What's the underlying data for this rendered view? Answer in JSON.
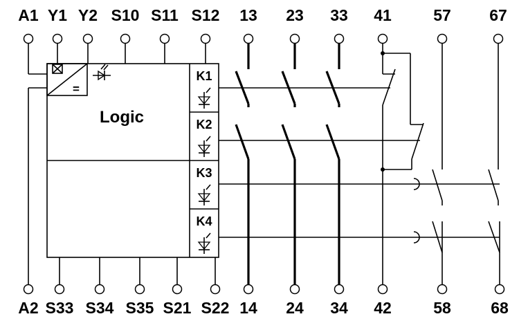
{
  "top_terminals": [
    "A1",
    "Y1",
    "Y2",
    "S10",
    "S11",
    "S12",
    "13",
    "23",
    "33",
    "41",
    "57",
    "67"
  ],
  "bottom_terminals": [
    "A2",
    "S33",
    "S34",
    "S35",
    "S21",
    "S22",
    "14",
    "24",
    "34",
    "42",
    "58",
    "68"
  ],
  "logic_block": {
    "label": "Logic"
  },
  "relays": [
    {
      "label": "K1"
    },
    {
      "label": "K2"
    },
    {
      "label": "K3"
    },
    {
      "label": "K4"
    }
  ],
  "symbols": {
    "converter": "="
  }
}
